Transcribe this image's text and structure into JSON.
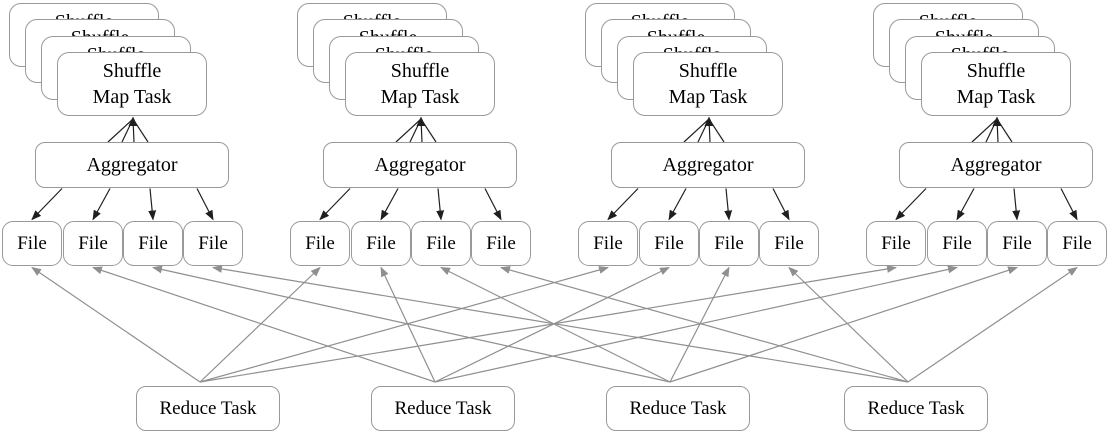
{
  "diagram": {
    "groups": [
      {
        "map_task_stack": {
          "card_count": 4,
          "card_labels": [
            "Shuffle",
            "Map Task"
          ]
        },
        "aggregator_label": "Aggregator",
        "files": [
          "File",
          "File",
          "File",
          "File"
        ]
      },
      {
        "map_task_stack": {
          "card_count": 4,
          "card_labels": [
            "Shuffle",
            "Map Task"
          ]
        },
        "aggregator_label": "Aggregator",
        "files": [
          "File",
          "File",
          "File",
          "File"
        ]
      },
      {
        "map_task_stack": {
          "card_count": 4,
          "card_labels": [
            "Shuffle",
            "Map Task"
          ]
        },
        "aggregator_label": "Aggregator",
        "files": [
          "File",
          "File",
          "File",
          "File"
        ]
      },
      {
        "map_task_stack": {
          "card_count": 4,
          "card_labels": [
            "Shuffle",
            "Map Task"
          ]
        },
        "aggregator_label": "Aggregator",
        "files": [
          "File",
          "File",
          "File",
          "File"
        ]
      }
    ],
    "reduce_tasks": [
      "Reduce Task",
      "Reduce Task",
      "Reduce Task",
      "Reduce Task"
    ],
    "colors": {
      "box_border": "#999999",
      "text": "#000000",
      "arrow_black": "#1f1f1f",
      "arrow_gray": "#8f8f8f",
      "background": "#ffffff"
    },
    "connections": {
      "map_fan": {
        "lines_per_group": 4,
        "from": "aggregator-top",
        "to": "shuffle-map-task-stack-bottom",
        "arrowhead_at": "map-task",
        "color_key": "arrow_black"
      },
      "aggregator_to_files": {
        "from": "aggregator-bottom",
        "to": "file-top",
        "arrowhead_at": "file",
        "color_key": "arrow_black"
      },
      "reduce_fetch": {
        "rule": "reduce task j connects to file j of every group",
        "from": "reduce-task-top",
        "to": "file-bottom",
        "arrowhead_at": "file",
        "color_key": "arrow_gray"
      }
    }
  }
}
